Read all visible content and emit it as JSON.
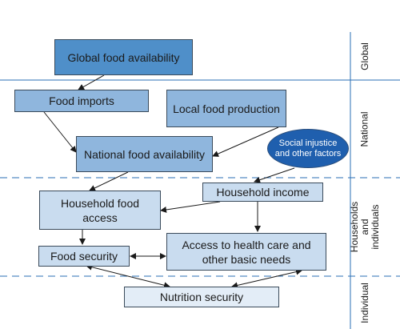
{
  "boxes": {
    "global_food_availability": "Global food availability",
    "food_imports": "Food imports",
    "local_food_production": "Local food production",
    "national_food_availability": "National food availability",
    "social_injustice": "Social injustice and other factors",
    "household_food_access": "Household food access",
    "household_income": "Household income",
    "food_security": "Food security",
    "access_health_care": "Access to health care and other basic needs",
    "nutrition_security": "Nutrition security"
  },
  "levels": {
    "global": "Global",
    "national": "National",
    "households": "Households and individuals",
    "individual": "Individual"
  },
  "colors": {
    "dark_box": "#4f8fc9",
    "mid_box": "#8fb6dd",
    "light_box": "#c9dcef",
    "pale_box": "#e3edf7",
    "oval": "#1f5fae",
    "divider": "#2a6fb5"
  }
}
